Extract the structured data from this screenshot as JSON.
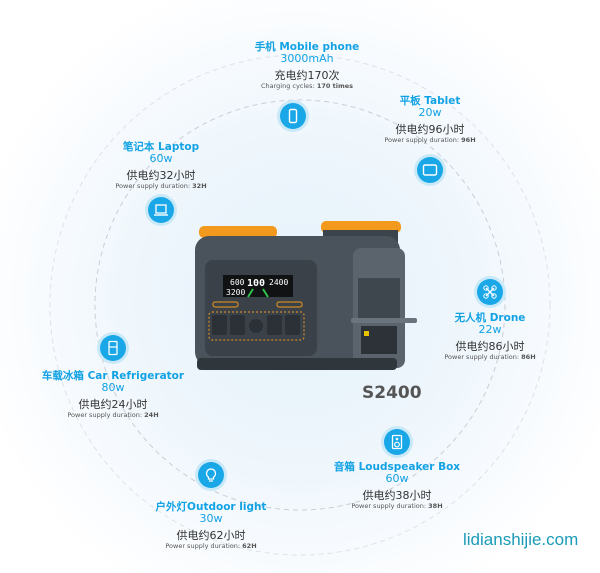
{
  "model": "S2400",
  "watermark": "lidianshijie.com",
  "device_display": {
    "left_top": "600",
    "center": "100",
    "right_top": "2400",
    "left_bottom": "3200"
  },
  "items": [
    {
      "id": "phone",
      "icon": "phone-icon",
      "title": "手机 Mobile phone",
      "power": "3000mAh",
      "cn": "充电约170次",
      "en_label": "Charging cycles: ",
      "en_value": "170 times"
    },
    {
      "id": "tablet",
      "icon": "tablet-icon",
      "title": "平板 Tablet",
      "power": "20w",
      "cn": "供电约96小时",
      "en_label": "Power supply duration: ",
      "en_value": "96H"
    },
    {
      "id": "laptop",
      "icon": "laptop-icon",
      "title": "笔记本 Laptop",
      "power": "60w",
      "cn": "供电约32小时",
      "en_label": "Power supply duration: ",
      "en_value": "32H"
    },
    {
      "id": "drone",
      "icon": "drone-icon",
      "title": "无人机 Drone",
      "power": "22w",
      "cn": "供电约86小时",
      "en_label": "Power supply duration: ",
      "en_value": "86H"
    },
    {
      "id": "fridge",
      "icon": "fridge-icon",
      "title": "车载冰箱 Car Refrigerator",
      "power": "80w",
      "cn": "供电约24小时",
      "en_label": "Power supply duration: ",
      "en_value": "24H"
    },
    {
      "id": "speaker",
      "icon": "speaker-icon",
      "title": "音箱 Loudspeaker Box",
      "power": "60w",
      "cn": "供电约38小时",
      "en_label": "Power supply duration: ",
      "en_value": "38H"
    },
    {
      "id": "light",
      "icon": "bulb-icon",
      "title": "户外灯Outdoor light",
      "power": "30w",
      "cn": "供电约62小时",
      "en_label": "Power supply duration: ",
      "en_value": "62H"
    }
  ],
  "colors": {
    "accent": "#12a2e4",
    "device_orange": "#f39a1e",
    "device_body": "#4a535b"
  }
}
